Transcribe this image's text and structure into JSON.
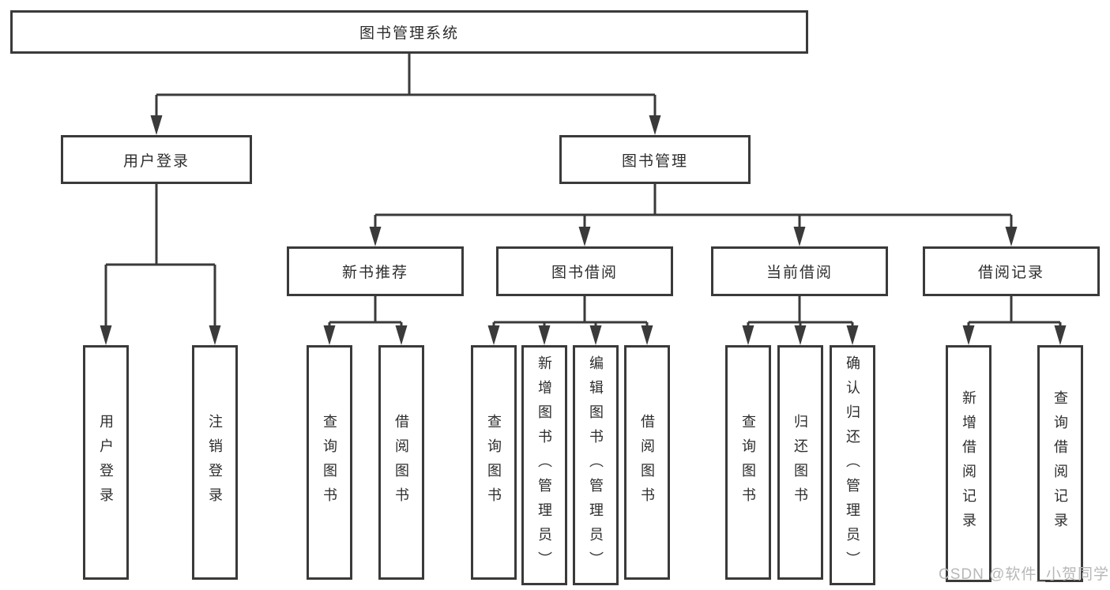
{
  "diagram": {
    "root": {
      "label": "图书管理系统"
    },
    "user_branch": {
      "label": "用户登录",
      "children": [
        {
          "label": "用户登录"
        },
        {
          "label": "注销登录"
        }
      ]
    },
    "book_branch": {
      "label": "图书管理",
      "groups": [
        {
          "label": "新书推荐",
          "children": [
            {
              "label": "查询图书"
            },
            {
              "label": "借阅图书"
            }
          ]
        },
        {
          "label": "图书借阅",
          "children": [
            {
              "label": "查询图书"
            },
            {
              "label": "新增图书（管理员）"
            },
            {
              "label": "编辑图书（管理员）"
            },
            {
              "label": "借阅图书"
            }
          ]
        },
        {
          "label": "当前借阅",
          "children": [
            {
              "label": "查询图书"
            },
            {
              "label": "归还图书"
            },
            {
              "label": "确认归还（管理员）"
            }
          ]
        },
        {
          "label": "借阅记录",
          "children": [
            {
              "label": "新增借阅记录"
            },
            {
              "label": "查询借阅记录"
            }
          ]
        }
      ]
    },
    "watermark": "CSDN @软件_小贺同学",
    "colors": {
      "line": "#3a3a3a",
      "text": "#2d2d2d",
      "watermark": "#b7b7b7",
      "background": "#ffffff"
    }
  }
}
